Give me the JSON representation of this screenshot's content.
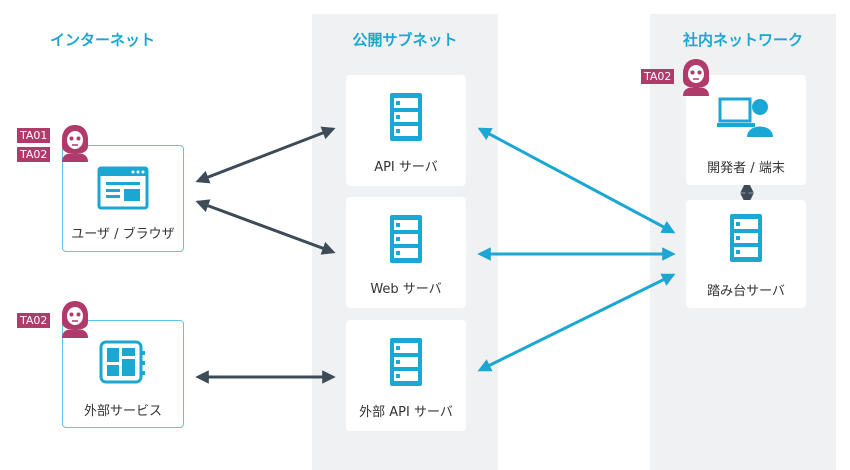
{
  "zones": {
    "internet": "インターネット",
    "public_subnet": "公開サブネット",
    "internal": "社内ネットワーク"
  },
  "nodes": {
    "browser": "ユーザ / ブラウザ",
    "external": "外部サービス",
    "api": "API サーバ",
    "web": "Web サーバ",
    "ext_api": "外部 API サーバ",
    "dev": "開発者 / 端末",
    "bastion": "踏み台サーバ"
  },
  "threat_badges": {
    "browser_1": "TA01",
    "browser_2": "TA02",
    "external_1": "TA02",
    "dev_1": "TA02"
  },
  "colors": {
    "accent": "#1aa7d4",
    "dark_arrow": "#3d4a57",
    "threat": "#b03a6a",
    "zone_bg": "#f0f1f2"
  }
}
